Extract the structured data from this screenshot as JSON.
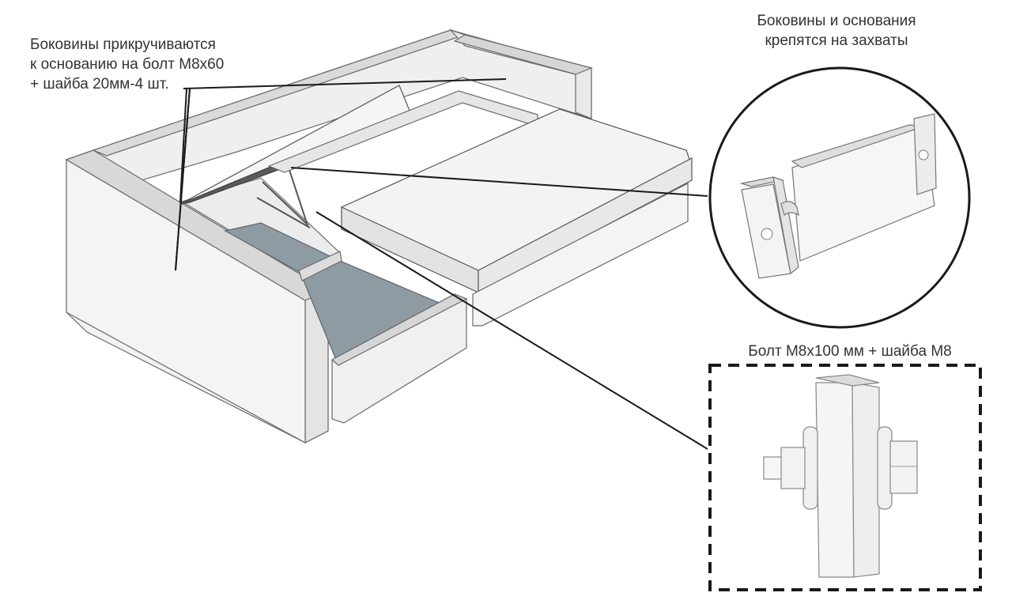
{
  "annotations": {
    "left": {
      "lines": [
        "Боковины прикручиваются",
        "к основанию на болт М8х60",
        "+ шайба 20мм-4 шт."
      ]
    },
    "right": {
      "lines": [
        "Боковины и основания",
        "крепятся на захваты"
      ]
    },
    "bolt": {
      "text": "Болт М8х100 мм + шайба М8"
    }
  },
  "colors": {
    "outline": "#2b2b2b",
    "frame_fill": "#f1f1f1",
    "frame_top": "#d9d9d9",
    "storage_floor": "#8f9ba3",
    "hinge_line": "#555555",
    "callout_line": "#1a1a1a"
  }
}
